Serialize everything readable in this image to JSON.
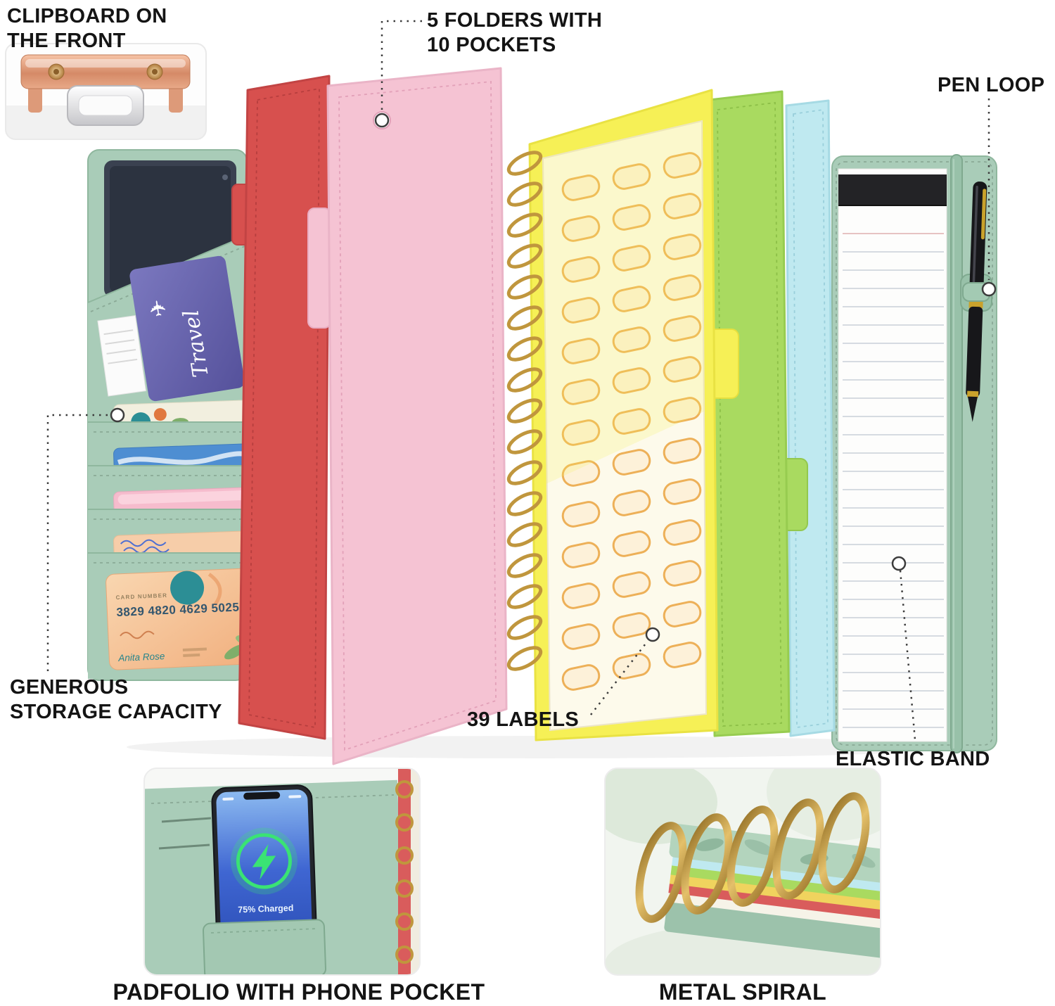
{
  "callouts": {
    "clipboard": {
      "line1": "CLIPBOARD ON",
      "line2": "THE FRONT"
    },
    "folders": {
      "line1": "5 FOLDERS WITH",
      "line2": "10 POCKETS"
    },
    "pen_loop": "PEN LOOP",
    "storage": {
      "line1": "GENEROUS",
      "line2": "STORAGE CAPACITY"
    },
    "labels": "39 LABELS",
    "elastic_band": "ELASTIC BAND"
  },
  "captions": {
    "phone_pocket": "PADFOLIO WITH PHONE POCKET",
    "metal_spiral": "METAL SPIRAL"
  },
  "credit_card": {
    "field_label": "CARD NUMBER",
    "number": "3829 4820 4629 5025",
    "holder": "Anita Rose"
  },
  "passport": {
    "text": "Travel"
  },
  "phone": {
    "status": "75% Charged"
  },
  "icons": {
    "airplane": "✈"
  },
  "labels_sheet": {
    "count": 39,
    "rows": 13,
    "cols": 3
  },
  "colors": {
    "mint": "#a9ccb8",
    "red_folder": "#d7504e",
    "pink_folder": "#f5c3d3",
    "yellow_folder": "#f6f056",
    "green_folder": "#a9da60",
    "cyan_folder": "#bfe9f0",
    "spiral_gold": "#c0963d",
    "rose_gold": "#e2a183",
    "charge_green": "#3ae374",
    "text": "#141414"
  }
}
